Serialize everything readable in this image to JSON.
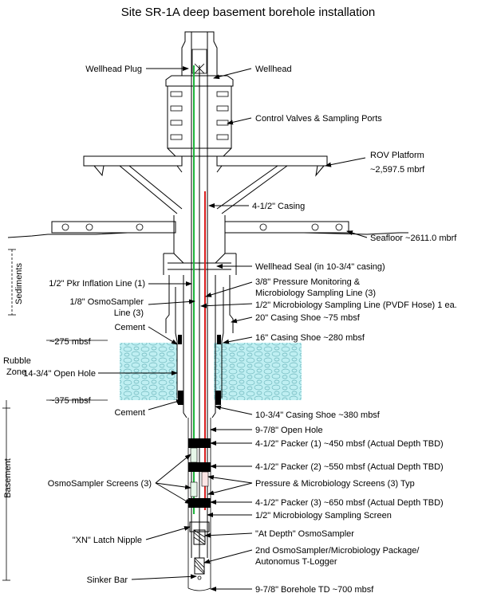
{
  "title": "Site SR-1A deep basement borehole installation",
  "colors": {
    "green": "#1db33a",
    "red": "#d81e1e",
    "rubble": "#bfeff2",
    "line": "#000000"
  },
  "labels": {
    "wellhead_plug": "Wellhead Plug",
    "wellhead": "Wellhead",
    "control_valves": "Control Valves & Sampling Ports",
    "rov_platform_1": "ROV Platform",
    "rov_platform_2": "~2,597.5 mbrf",
    "casing_412": "4-1/2\" Casing",
    "seafloor": "Seafloor  ~2611.0 mbrf",
    "wellhead_seal": "Wellhead Seal (in 10-3/4\" casing)",
    "pkr_inflation": "1/2\" Pkr Inflation Line (1)",
    "pressure_mon_1": "3/8\" Pressure Monitoring &",
    "pressure_mon_2": "Microbiology Sampling Line (3)",
    "osmo_line_1": "1/8\" OsmoSampler",
    "osmo_line_2": "Line (3)",
    "micro_line": "1/2\" Microbiology Sampling Line (PVDF Hose) 1 ea.",
    "shoe_20": "20\" Casing Shoe  ~75 mbsf",
    "cement_top": "Cement",
    "depth_275": "~275 mbsf",
    "shoe_16": "16\" Casing Shoe  ~280 mbsf",
    "rubble_1": "Rubble",
    "rubble_2": "Zone",
    "open_hole_1434": "14-3/4\" Open Hole",
    "depth_375": "~375 mbsf",
    "cement_bottom": "Cement",
    "shoe_1034": "10-3/4\" Casing Shoe  ~380 mbsf",
    "open_hole_978": "9-7/8\" Open Hole",
    "packer_1": "4-1/2\" Packer (1) ~450 mbsf (Actual Depth TBD)",
    "packer_2": "4-1/2\" Packer (2) ~550 mbsf (Actual Depth TBD)",
    "pressure_screens": "Pressure & Microbiology Screens (3) Typ",
    "osmo_screens": "OsmoSampler Screens (3)",
    "packer_3": "4-1/2\" Packer (3) ~650 mbsf (Actual Depth TBD)",
    "micro_screen": "1/2\" Microbiology Sampling Screen",
    "xn_nipple": "\"XN\" Latch Nipple",
    "at_depth": "\"At Depth\" OsmoSampler",
    "package_1": "2nd OsmoSampler/Microbiology Package/",
    "package_2": "Autonomus T-Logger",
    "sinker_bar": "Sinker Bar",
    "borehole_td": "9-7/8\" Borehole TD  ~700 mbsf",
    "sediments": "Sediments",
    "basement": "Basement"
  }
}
